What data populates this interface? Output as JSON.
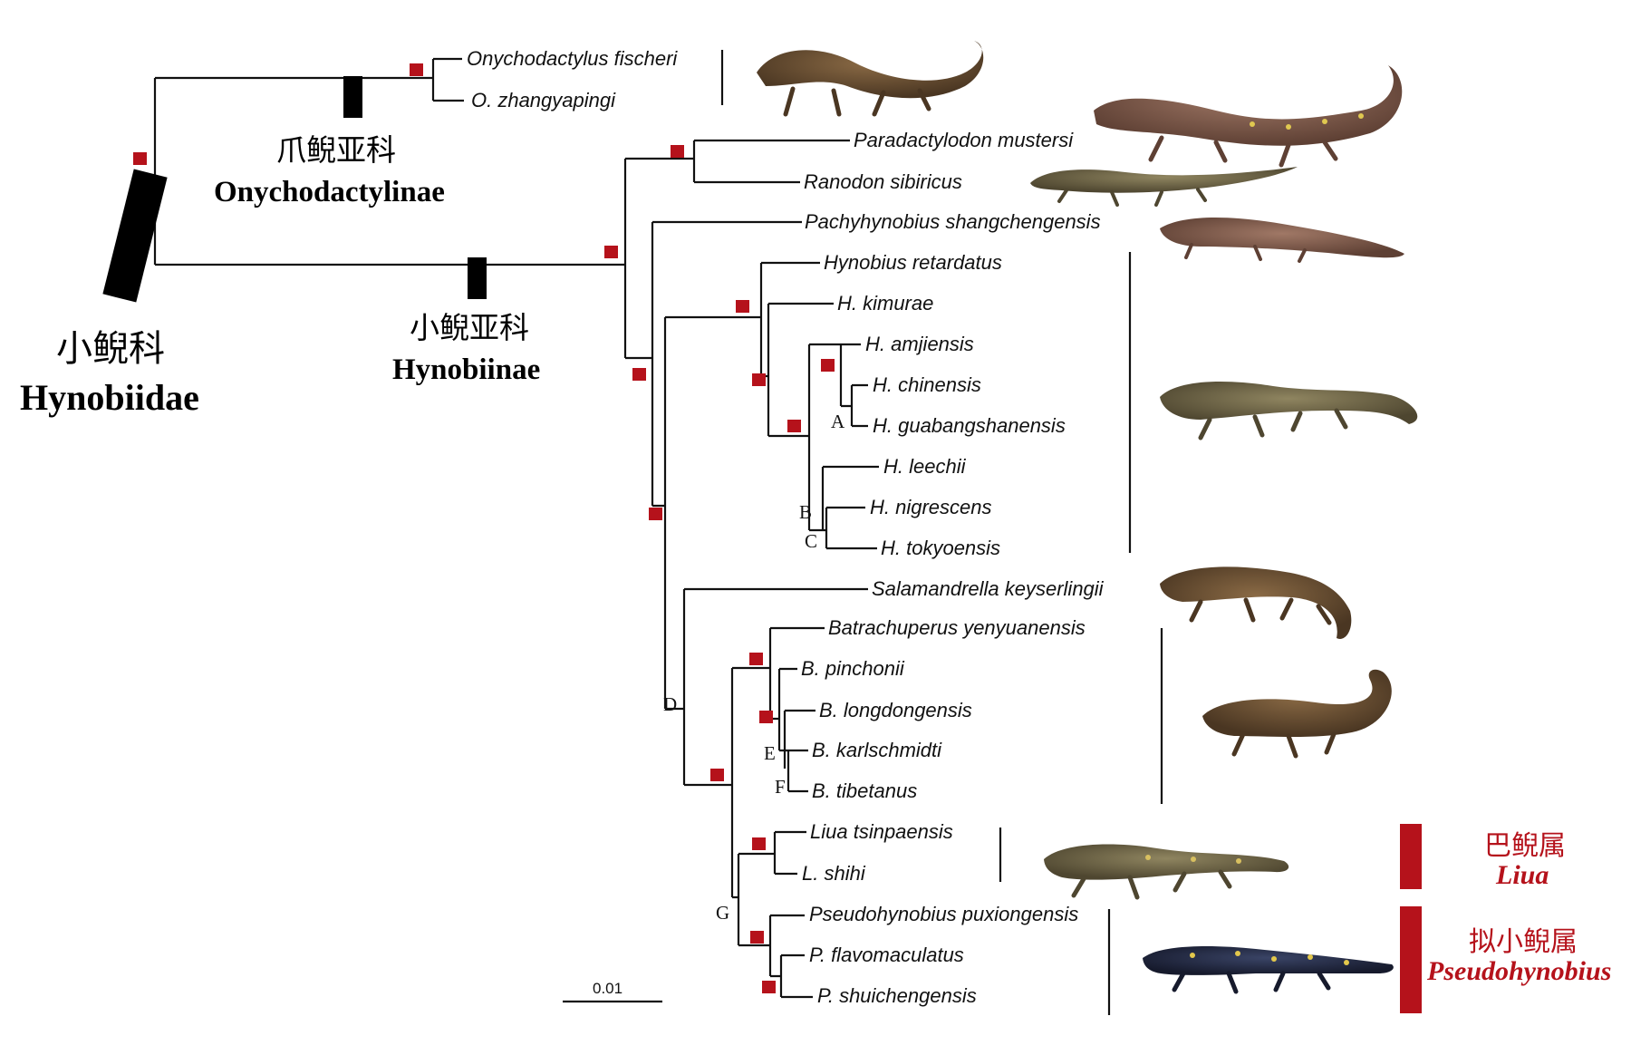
{
  "colors": {
    "branch": "#111111",
    "support_marker": "#b5121b",
    "genus_highlight": "#b5121b",
    "family_bar": "#000000",
    "image_bg": "#ffffff"
  },
  "scale_bar": {
    "label": "0.01"
  },
  "groups": {
    "family": {
      "cn": "小鲵科",
      "latin": "Hynobiidae"
    },
    "subfamily_onychodactylinae": {
      "cn": "爪鲵亚科",
      "latin": "Onychodactylinae"
    },
    "subfamily_hynobiinae": {
      "cn": "小鲵亚科",
      "latin": "Hynobiinae"
    }
  },
  "genus_highlights": [
    {
      "cn": "巴鲵属",
      "latin": "Liua"
    },
    {
      "cn": "拟小鲵属",
      "latin": "Pseudohynobius"
    }
  ],
  "taxa": [
    "Onychodactylus fischeri",
    "O. zhangyapingi",
    "Paradactylodon mustersi",
    "Ranodon sibiricus",
    "Pachyhynobius shangchengensis",
    "Hynobius retardatus",
    "H. kimurae",
    "H. amjiensis",
    "H. chinensis",
    "H. guabangshanensis",
    "H. leechii",
    "H. nigrescens",
    "H. tokyoensis",
    "Salamandrella keyserlingii",
    "Batrachuperus yenyuanensis",
    "B. pinchonii",
    "B. longdongensis",
    "B. karlschmidti",
    "B. tibetanus",
    "Liua tsinpaensis",
    "L. shihi",
    "Pseudohynobius puxiongensis",
    "P. flavomaculatus",
    "P. shuichengensis"
  ],
  "node_labels": [
    "A",
    "B",
    "C",
    "D",
    "E",
    "F",
    "G"
  ],
  "illustrations": [
    "salamander-onychodactylus-photo",
    "salamander-paradactylodon-photo",
    "salamander-ranodon-photo",
    "salamander-pachyhynobius-photo",
    "salamander-hynobius-photo",
    "salamander-salamandrella-photo",
    "salamander-batrachuperus-photo",
    "salamander-liua-photo",
    "salamander-pseudohynobius-photo"
  ]
}
